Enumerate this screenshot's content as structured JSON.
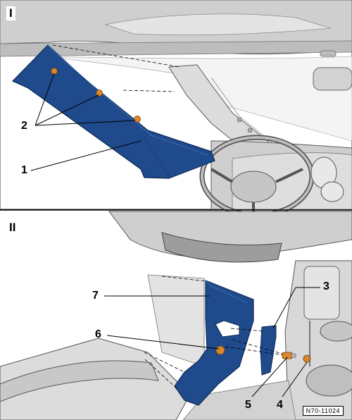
{
  "panels": [
    {
      "label": "I"
    },
    {
      "label": "II"
    }
  ],
  "callouts": {
    "c1": "1",
    "c2": "2",
    "c3": "3",
    "c4": "4",
    "c5": "5",
    "c6": "6",
    "c7": "7"
  },
  "reference_code": "N70-11024",
  "colors": {
    "trim_part": "#1f4a8c",
    "clip": "#d9862e",
    "body_grey": "#d7d7d7",
    "outline": "#5a5a5a"
  }
}
